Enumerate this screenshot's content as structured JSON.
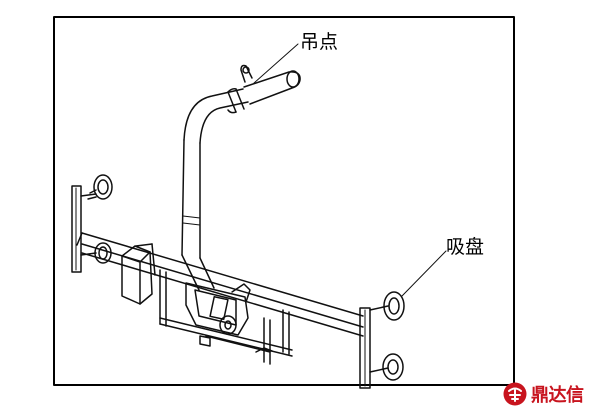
{
  "diagram": {
    "labels": {
      "hoist_point": "吊点",
      "suction_cup": "吸盘"
    }
  },
  "watermark": {
    "text": "鼎达信",
    "color": "#c8141e"
  }
}
